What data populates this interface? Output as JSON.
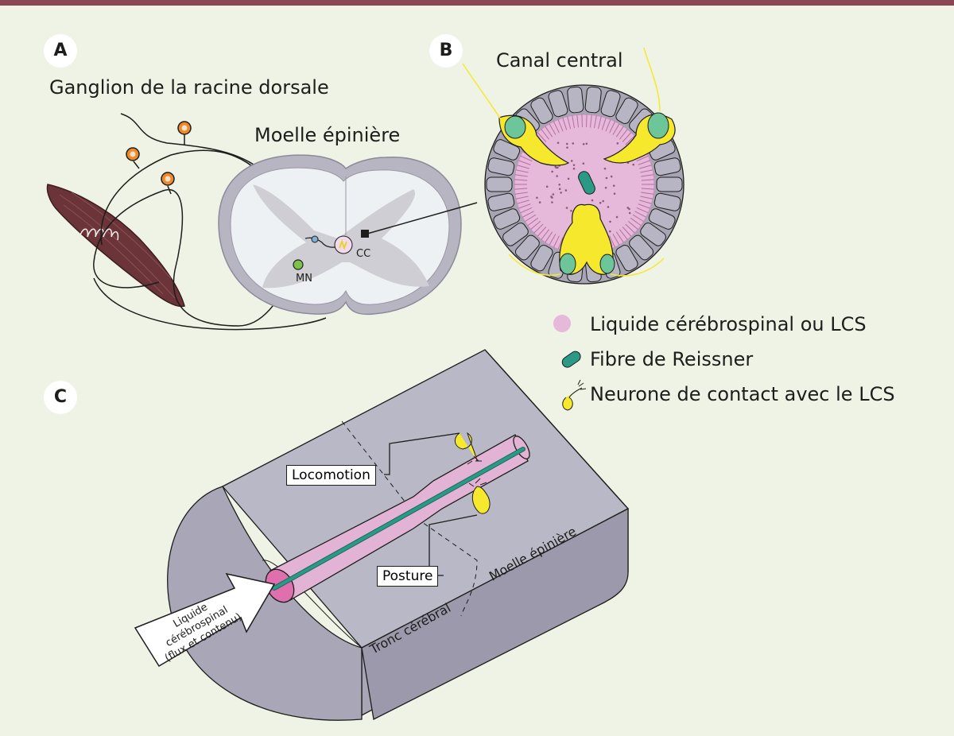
{
  "colors": {
    "background": "#eef3e6",
    "top_bar": "#8e4553",
    "csf_pink": "#e3b3d6",
    "reissner_teal": "#2a9a86",
    "neuron_yellow": "#f6e82c",
    "sensory_orange": "#ee8a2b",
    "muscle_brown": "#6a3438",
    "tissue_gray": "#a7a5b4"
  },
  "panel_a": {
    "letter": "A",
    "ganglion_label": "Ganglion de la racine dorsale",
    "cord_label": "Moelle épinière",
    "mn_label": "MN",
    "cc_label": "CC"
  },
  "panel_b": {
    "letter": "B",
    "title": "Canal central"
  },
  "legend": {
    "items": [
      {
        "icon": "csf-dot-icon",
        "label": "Liquide cérébrospinal ou LCS"
      },
      {
        "icon": "reissner-fiber-icon",
        "label": "Fibre de Reissner"
      },
      {
        "icon": "csf-contacting-neuron-icon",
        "label": "Neurone de contact avec le LCS"
      }
    ]
  },
  "panel_c": {
    "letter": "C",
    "locomotion_label": "Locomotion",
    "posture_label": "Posture",
    "cord_label": "Moelle épinière",
    "brainstem_label": "Tronc cérébral",
    "arrow_lines": [
      "Liquide",
      "cérébrospinal",
      "(flux et contenu)"
    ]
  }
}
